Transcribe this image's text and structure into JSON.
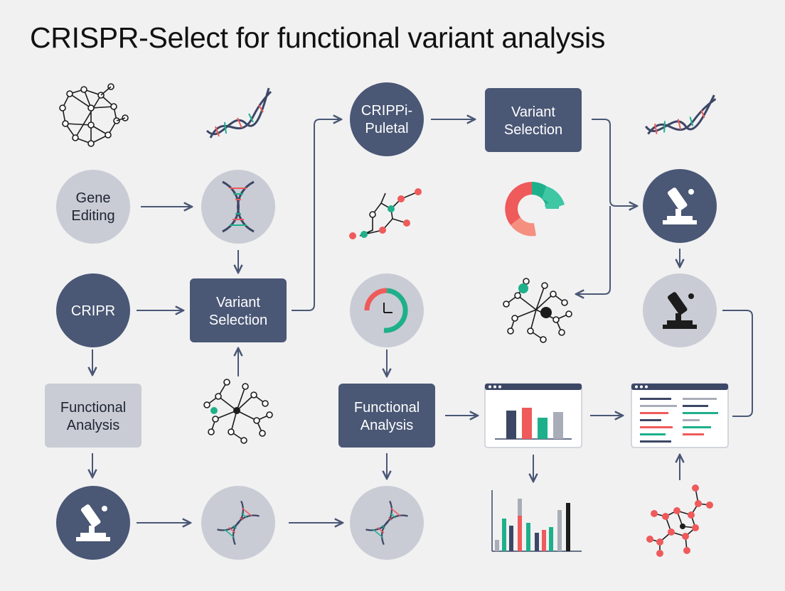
{
  "title": "CRISPR-Select for functional variant analysis",
  "nodes": {
    "gene_editing": {
      "line1": "Gene",
      "line2": "Editing"
    },
    "cripr": {
      "label": "CRIPR"
    },
    "functional_analysis_left": {
      "line1": "Functional",
      "line2": "Analysis"
    },
    "variant_selection_center": {
      "line1": "Variant",
      "line2": "Selection"
    },
    "crippi_pueltal": {
      "line1": "CRIPPi-",
      "line2": "Puletal"
    },
    "variant_selection_top": {
      "line1": "Variant",
      "line2": "Selection"
    },
    "functional_analysis_center": {
      "line1": "Functional",
      "line2": "Analysis"
    }
  },
  "icons": [
    "molecule-network-icon",
    "dna-helix-icon",
    "microscope-icon",
    "donut-chart-icon",
    "clock-gauge-icon",
    "bar-chart-window-icon",
    "code-window-icon",
    "bar-chart-icon",
    "molecule-icon"
  ],
  "colors": {
    "dark_node": "#4a5775",
    "light_node": "#c9ccd4",
    "red": "#ef5a5a",
    "teal": "#1eb08a",
    "navy": "#3c4766",
    "gray": "#a9adb8",
    "background": "#f1f1f2"
  }
}
